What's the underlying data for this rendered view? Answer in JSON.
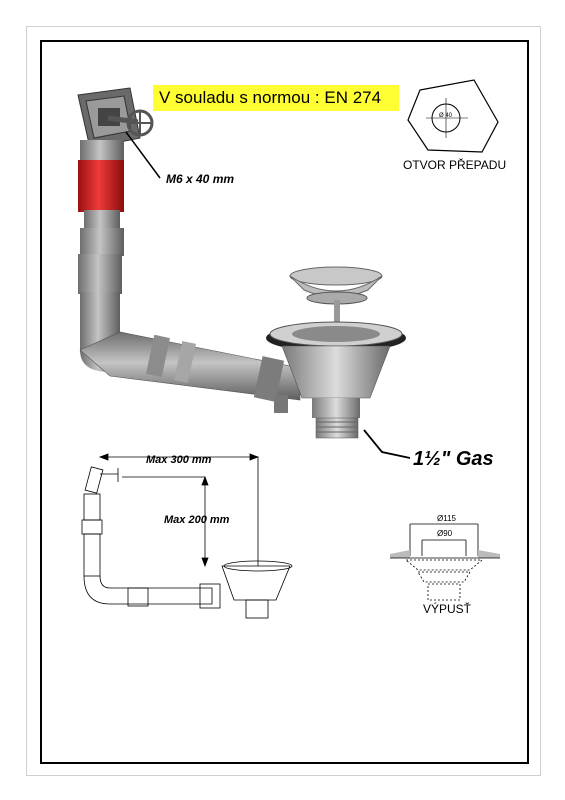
{
  "title": "V souladu s normou : EN 274",
  "labels": {
    "screw": "M6 x 40 mm",
    "thread_main": "1",
    "thread_frac": "½",
    "thread_tail": "\" Gas",
    "overflow_hole": "OTVOR PŘEPADU",
    "overflow_dim": "Ø 40",
    "max_horizontal": "Max 300 mm",
    "max_vertical": "Max 200 mm",
    "outlet": "VÝPUSŤ",
    "dim_outer": "Ø115",
    "dim_inner": "Ø90"
  },
  "colors": {
    "highlight": "#ffff33",
    "pipe": "#8c8c8c",
    "red_sleeve": "#d81e1e"
  }
}
